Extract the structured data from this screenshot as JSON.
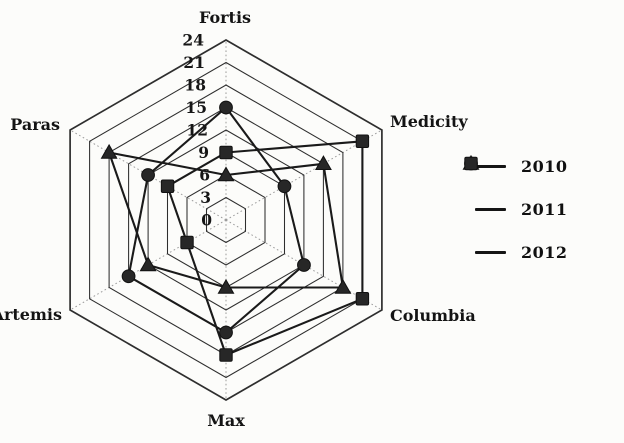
{
  "chart_data": {
    "type": "radar",
    "title": "",
    "categories": [
      "Fortis",
      "Medicity",
      "Columbia",
      "Max",
      "Artemis",
      "Paras"
    ],
    "series": [
      {
        "name": "2010",
        "marker": "triangle",
        "values": [
          6,
          15,
          18,
          9,
          12,
          18
        ]
      },
      {
        "name": "2011",
        "marker": "circle",
        "values": [
          15,
          9,
          12,
          15,
          15,
          12
        ]
      },
      {
        "name": "2012",
        "marker": "square",
        "values": [
          9,
          21,
          21,
          18,
          6,
          9
        ]
      }
    ],
    "radial_ticks": [
      0,
      3,
      6,
      9,
      12,
      15,
      18,
      21,
      24
    ],
    "rmin": 0,
    "rmax": 24,
    "ring_step": 3,
    "grid": "hexagonal-rings",
    "legend_position": "right",
    "colors": {
      "line": "#1a1a1a",
      "marker": "#272727",
      "marker_edge": "#111111",
      "grid": "#2e2e2e",
      "axis_dash": "#9b9b9b",
      "text": "#141414",
      "background": "#fcfcfa"
    }
  }
}
